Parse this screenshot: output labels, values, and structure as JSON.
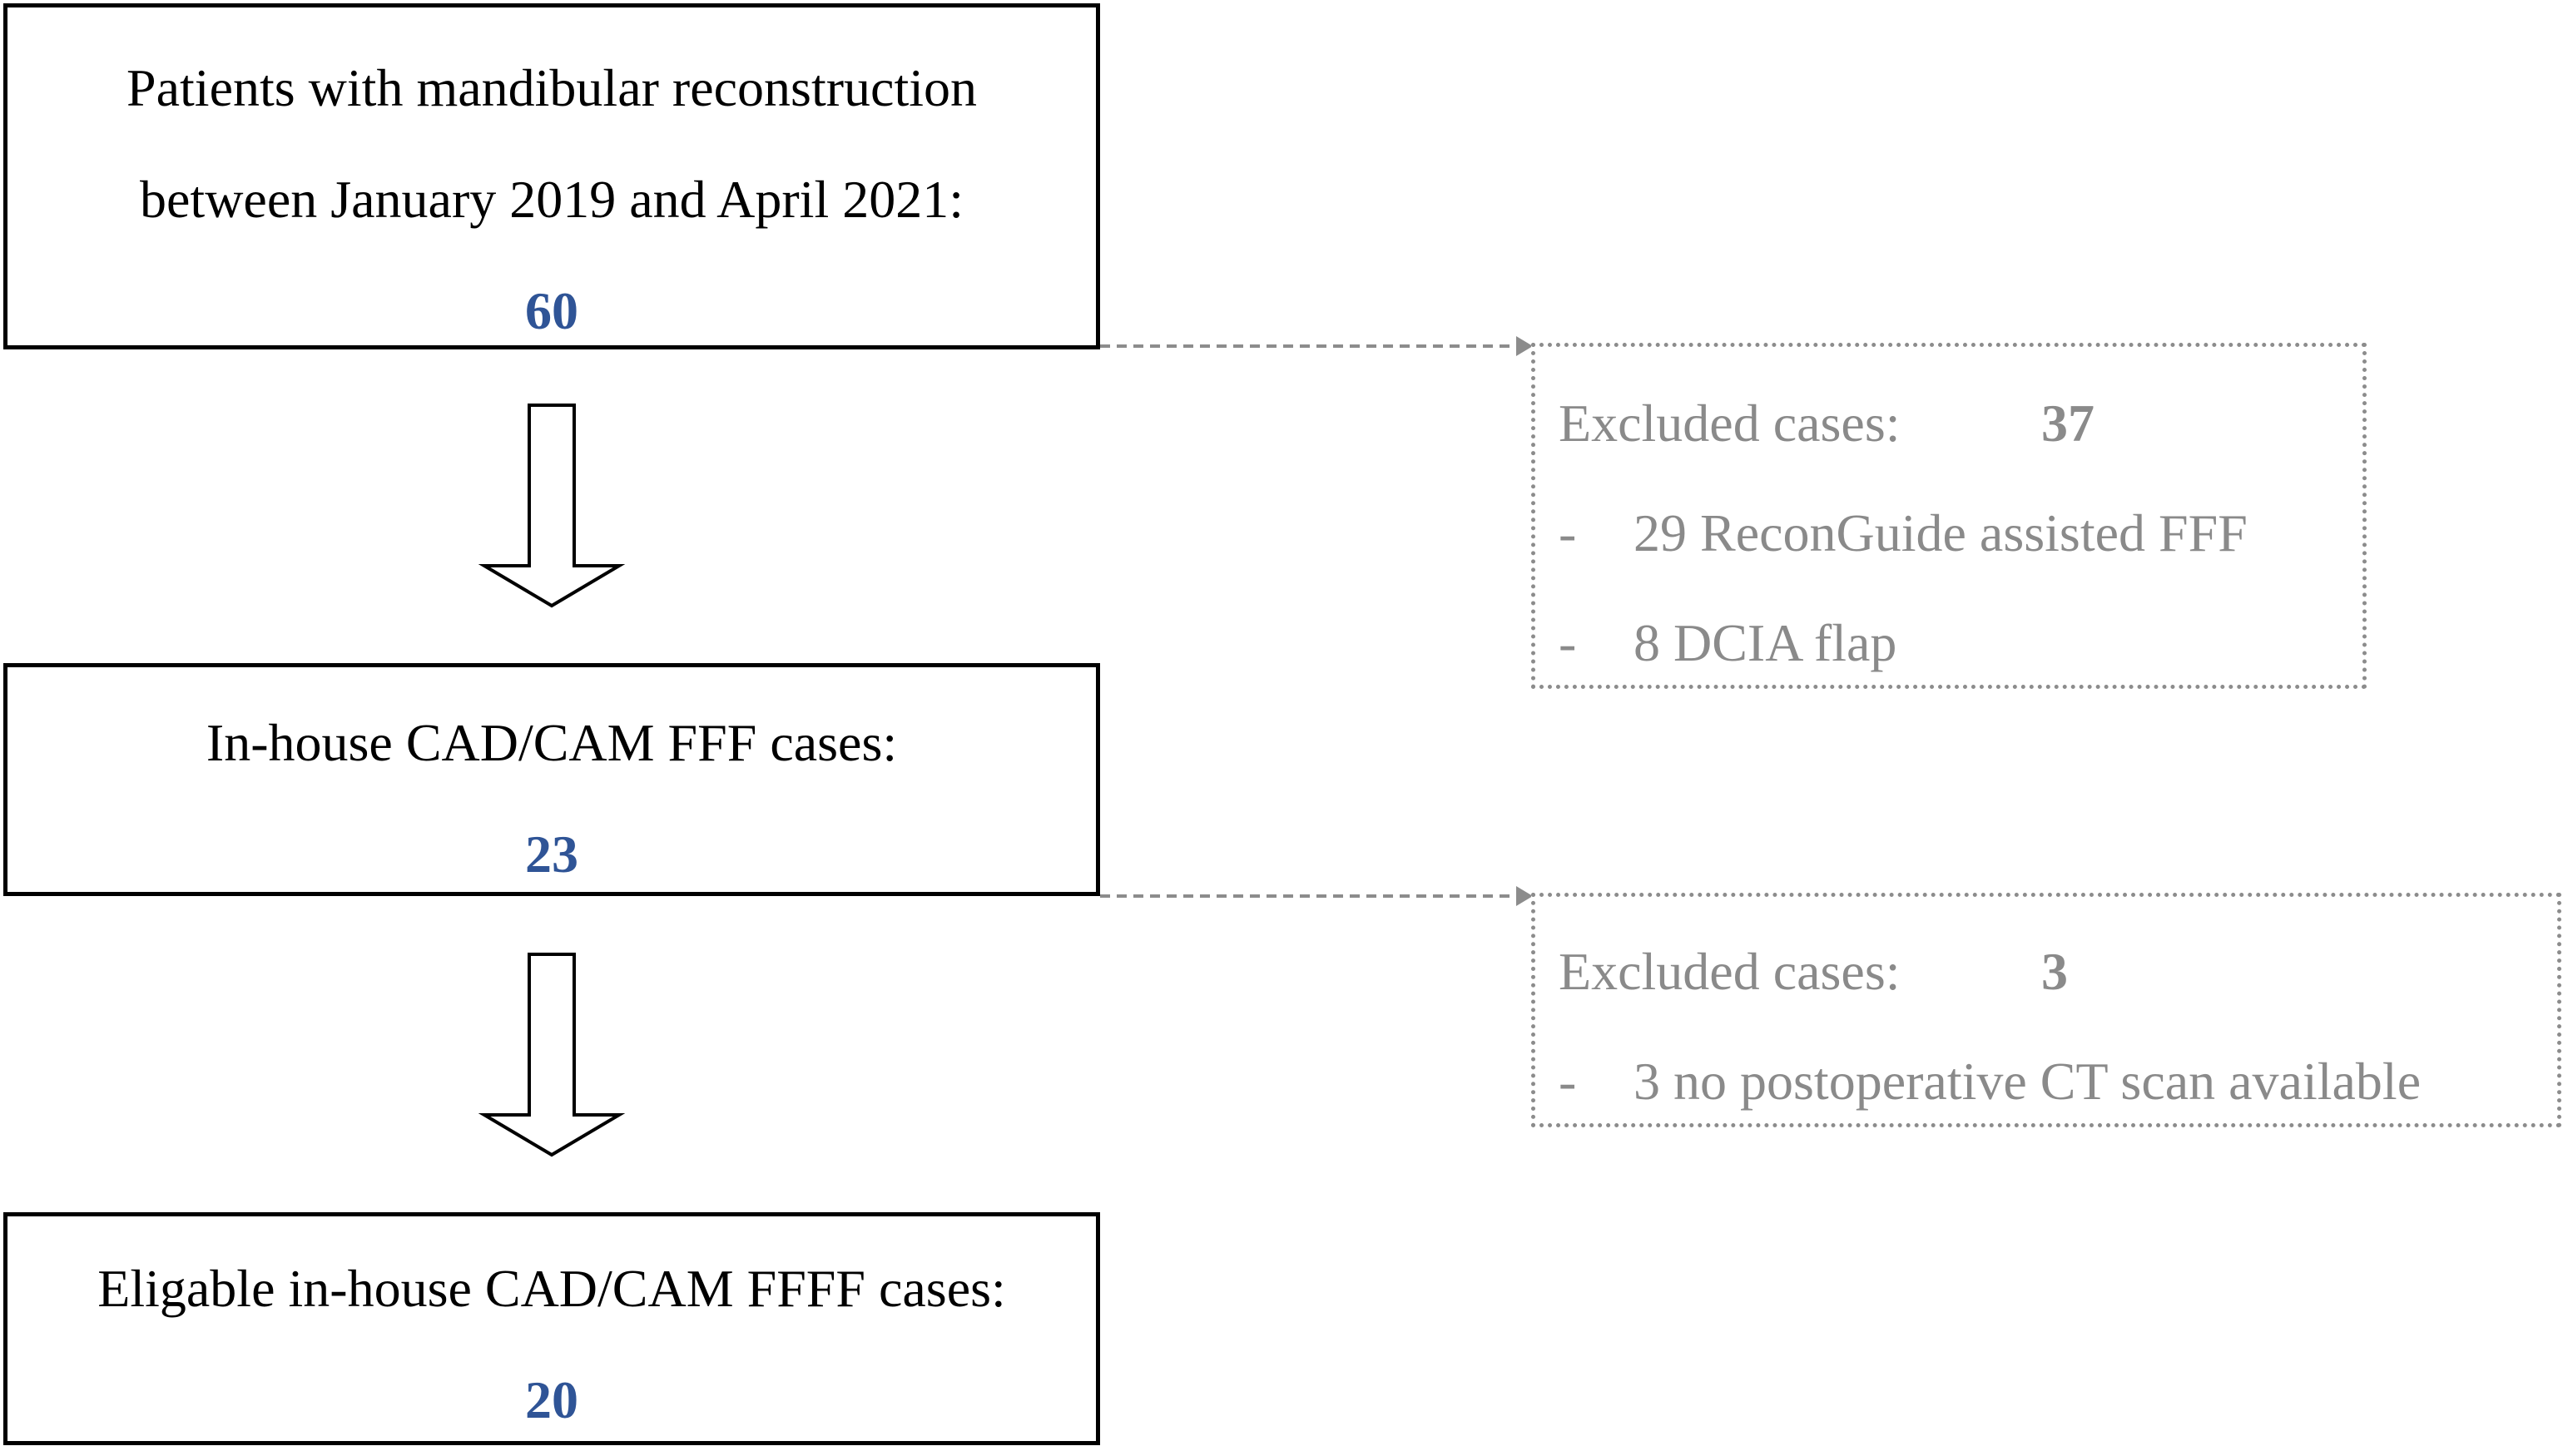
{
  "stage1": {
    "line1": "Patients with mandibular reconstruction",
    "line2": "between January 2019 and April 2021:",
    "count": "60"
  },
  "exclusion1": {
    "label": "Excluded cases:",
    "count": "37",
    "items": [
      "29 ReconGuide assisted FFF",
      "8 DCIA flap"
    ],
    "bullet": "-"
  },
  "stage2": {
    "line1": "In-house CAD/CAM FFF cases:",
    "count": "23"
  },
  "exclusion2": {
    "label": "Excluded cases:",
    "count": "3",
    "items": [
      "3 no postoperative CT scan available"
    ],
    "bullet": "-"
  },
  "stage3": {
    "line1": "Eligable in-house CAD/CAM FFFF cases:",
    "count": "20"
  },
  "colors": {
    "count_text": "#2f5496",
    "box_border": "#000000",
    "excluded_text": "#8a8a8a",
    "excluded_border": "#8c8c8c"
  }
}
